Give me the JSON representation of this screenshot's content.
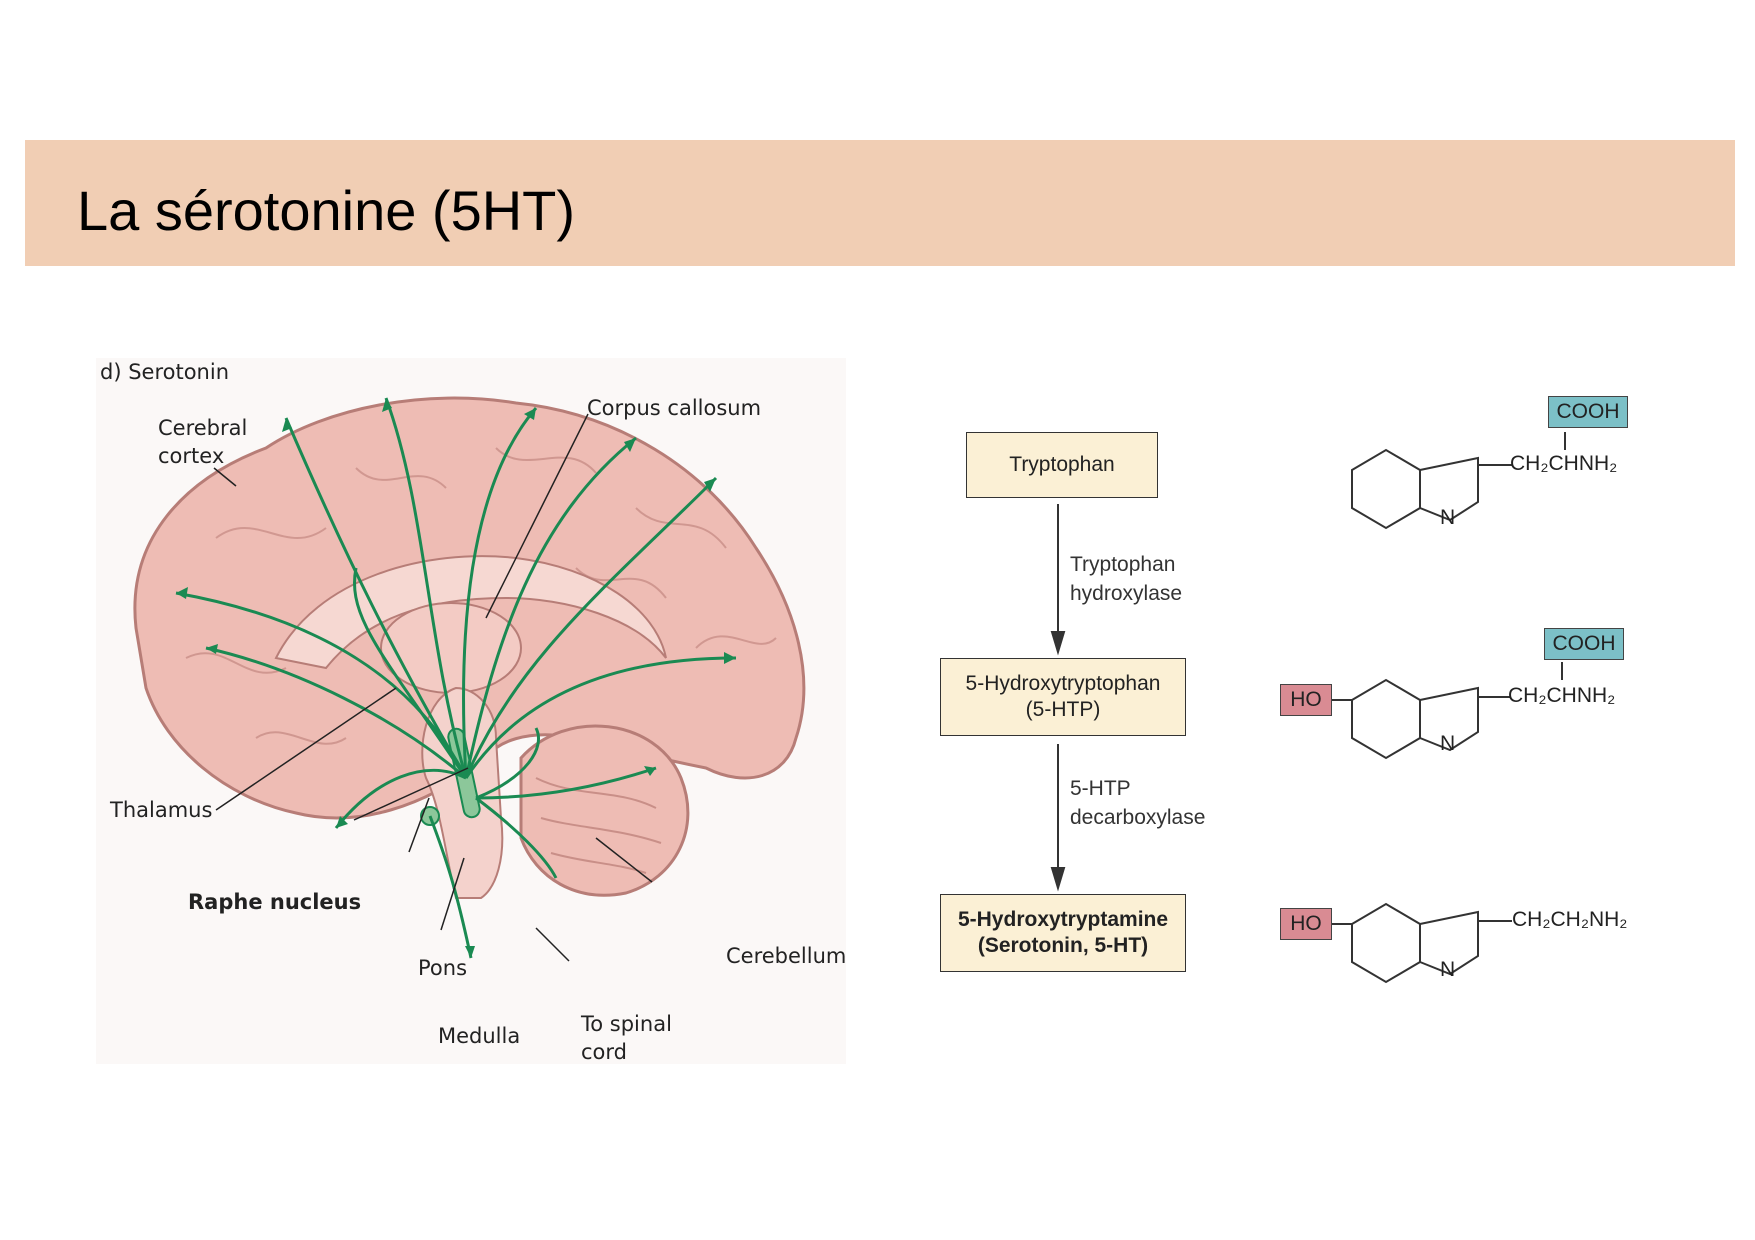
{
  "slide": {
    "title": "La sérotonine (5HT)"
  },
  "brain": {
    "panel_label": "d) Serotonin",
    "labels": {
      "cerebral_cortex_1": "Cerebral",
      "cerebral_cortex_2": "cortex",
      "corpus_callosum": "Corpus callosum",
      "thalamus": "Thalamus",
      "raphe_nucleus": "Raphe nucleus",
      "pons": "Pons",
      "medulla": "Medulla",
      "cerebellum": "Cerebellum",
      "spinal_1": "To spinal",
      "spinal_2": "cord"
    }
  },
  "pathway": {
    "steps": [
      {
        "line1": "Tryptophan",
        "line2": ""
      },
      {
        "line1": "5-Hydroxytryptophan",
        "line2": "(5-HTP)"
      },
      {
        "line1": "5-Hydroxytryptamine",
        "line2": "(Serotonin, 5-HT)"
      }
    ],
    "enzymes": [
      {
        "line1": "Tryptophan",
        "line2": "hydroxylase"
      },
      {
        "line1": "5-HTP",
        "line2": "decarboxylase"
      }
    ]
  },
  "structures": {
    "cooh": "COOH",
    "ho": "HO",
    "n": "N",
    "ch2chnh2": "CH₂CHNH₂",
    "ch2ch2nh2": "CH₂CH₂NH₂"
  },
  "colors": {
    "title_bar": "#f1ceb4",
    "box_fill": "#fbf0d5",
    "cooh_fill": "#7cc0c7",
    "ho_fill": "#d98b93",
    "pathway_green": "#1a8a52",
    "brain_pink": "#eebcb4"
  }
}
